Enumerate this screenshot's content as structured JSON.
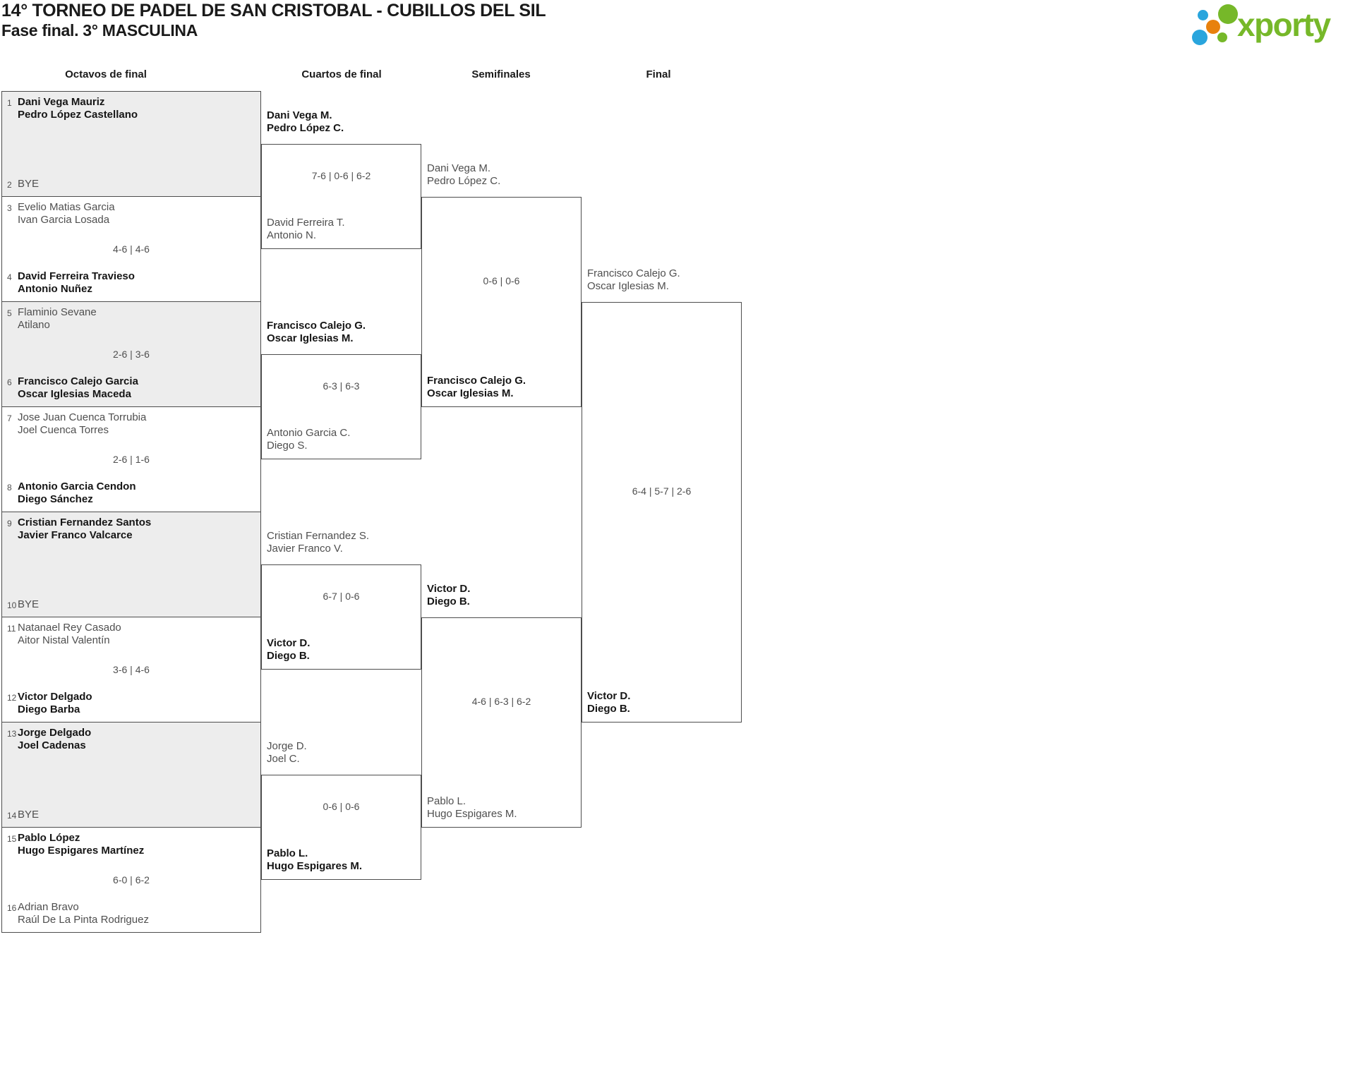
{
  "page": {
    "title": "14° TORNEO DE PADEL DE SAN CRISTOBAL - CUBILLOS DEL SIL",
    "subtitle": "Fase final. 3° MASCULINA"
  },
  "logo": {
    "wordmark": "xporty",
    "colors": {
      "green": "#76b829",
      "blue": "#29a5dd",
      "orange": "#e8810d"
    }
  },
  "round_labels": [
    "Octavos de final",
    "Cuartos de final",
    "Semifinales",
    "Final"
  ],
  "bracket": {
    "octavos": [
      {
        "grey": true,
        "score": "",
        "team1": {
          "seed": "1",
          "lines": [
            "Dani Vega Mauriz",
            "Pedro López Castellano"
          ],
          "winner": true
        },
        "team2": {
          "seed": "2",
          "lines": [
            "BYE"
          ],
          "winner": false
        }
      },
      {
        "grey": false,
        "score": "4-6 | 4-6",
        "team1": {
          "seed": "3",
          "lines": [
            "Evelio Matias Garcia",
            "Ivan Garcia Losada"
          ],
          "winner": false
        },
        "team2": {
          "seed": "4",
          "lines": [
            "David Ferreira Travieso",
            "Antonio Nuñez"
          ],
          "winner": true
        }
      },
      {
        "grey": true,
        "score": "2-6 | 3-6",
        "team1": {
          "seed": "5",
          "lines": [
            "Flaminio Sevane",
            "Atilano"
          ],
          "winner": false
        },
        "team2": {
          "seed": "6",
          "lines": [
            "Francisco Calejo Garcia",
            "Oscar Iglesias Maceda"
          ],
          "winner": true
        }
      },
      {
        "grey": false,
        "score": "2-6 | 1-6",
        "team1": {
          "seed": "7",
          "lines": [
            "Jose Juan Cuenca Torrubia",
            "Joel Cuenca Torres"
          ],
          "winner": false
        },
        "team2": {
          "seed": "8",
          "lines": [
            "Antonio Garcia Cendon",
            "Diego Sánchez"
          ],
          "winner": true
        }
      },
      {
        "grey": true,
        "score": "",
        "team1": {
          "seed": "9",
          "lines": [
            "Cristian Fernandez Santos",
            "Javier Franco Valcarce"
          ],
          "winner": true
        },
        "team2": {
          "seed": "10",
          "lines": [
            "BYE"
          ],
          "winner": false
        }
      },
      {
        "grey": false,
        "score": "3-6 | 4-6",
        "team1": {
          "seed": "11",
          "lines": [
            "Natanael Rey Casado",
            "Aitor Nistal Valentín"
          ],
          "winner": false
        },
        "team2": {
          "seed": "12",
          "lines": [
            "Victor Delgado",
            "Diego Barba"
          ],
          "winner": true
        }
      },
      {
        "grey": true,
        "score": "",
        "team1": {
          "seed": "13",
          "lines": [
            "Jorge Delgado",
            "Joel Cadenas"
          ],
          "winner": true
        },
        "team2": {
          "seed": "14",
          "lines": [
            "BYE"
          ],
          "winner": false
        }
      },
      {
        "grey": false,
        "score": "6-0 | 6-2",
        "team1": {
          "seed": "15",
          "lines": [
            "Pablo López",
            "Hugo Espigares Martínez"
          ],
          "winner": true
        },
        "team2": {
          "seed": "16",
          "lines": [
            "Adrian Bravo",
            "Raúl De La Pinta Rodriguez"
          ],
          "winner": false
        }
      }
    ],
    "cuartos": [
      {
        "score": "7-6 | 0-6 | 6-2",
        "team1": {
          "lines": [
            "Dani Vega M.",
            "Pedro López C."
          ],
          "winner": true
        },
        "team2": {
          "lines": [
            "David Ferreira T.",
            "Antonio N."
          ],
          "winner": false
        }
      },
      {
        "score": "6-3 | 6-3",
        "team1": {
          "lines": [
            "Francisco Calejo G.",
            "Oscar Iglesias M."
          ],
          "winner": true
        },
        "team2": {
          "lines": [
            "Antonio Garcia C.",
            "Diego S."
          ],
          "winner": false
        }
      },
      {
        "score": "6-7 | 0-6",
        "team1": {
          "lines": [
            "Cristian Fernandez S.",
            "Javier Franco V."
          ],
          "winner": false
        },
        "team2": {
          "lines": [
            "Victor D.",
            "Diego B."
          ],
          "winner": true
        }
      },
      {
        "score": "0-6 | 0-6",
        "team1": {
          "lines": [
            "Jorge D.",
            "Joel C."
          ],
          "winner": false
        },
        "team2": {
          "lines": [
            "Pablo L.",
            "Hugo Espigares M."
          ],
          "winner": true
        }
      }
    ],
    "semifinales": [
      {
        "score": "0-6 | 0-6",
        "team1": {
          "lines": [
            "Dani Vega M.",
            "Pedro López C."
          ],
          "winner": false
        },
        "team2": {
          "lines": [
            "Francisco Calejo G.",
            "Oscar Iglesias M."
          ],
          "winner": true
        }
      },
      {
        "score": "4-6 | 6-3 | 6-2",
        "team1": {
          "lines": [
            "Victor D.",
            "Diego B."
          ],
          "winner": true
        },
        "team2": {
          "lines": [
            "Pablo L.",
            "Hugo Espigares M."
          ],
          "winner": false
        }
      }
    ],
    "final": [
      {
        "score": "6-4 | 5-7 | 2-6",
        "team1": {
          "lines": [
            "Francisco Calejo G.",
            "Oscar Iglesias M."
          ],
          "winner": false
        },
        "team2": {
          "lines": [
            "Victor D.",
            "Diego B."
          ],
          "winner": true
        }
      }
    ]
  }
}
